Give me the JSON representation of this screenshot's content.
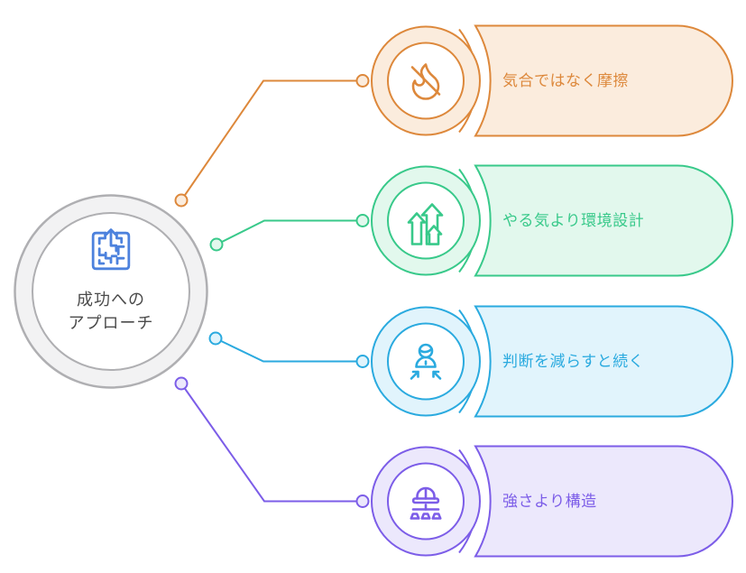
{
  "center": {
    "title_line1": "成功への",
    "title_line2": "アプローチ",
    "icon": "maze-arrow-icon",
    "icon_color": "#4D82DD",
    "ring_stroke": "#AFAFB2",
    "ring_fill": "#F2F2F3",
    "text_color": "#4B4B4B"
  },
  "nodes": [
    {
      "label": "気合ではなく摩擦",
      "icon": "no-flame-icon",
      "accent": "#DD883B",
      "tint": "#FBECDD"
    },
    {
      "label": "やる気より環境設計",
      "icon": "growth-arrows-icon",
      "accent": "#38C98A",
      "tint": "#E2F8ED"
    },
    {
      "label": "判断を減らすと続く",
      "icon": "person-focus-icon",
      "accent": "#2AAADF",
      "tint": "#E1F4FC"
    },
    {
      "label": "強さより構造",
      "icon": "structure-helmet-icon",
      "accent": "#7C5DE8",
      "tint": "#ECE8FC"
    }
  ],
  "background": "#FFFFFF"
}
